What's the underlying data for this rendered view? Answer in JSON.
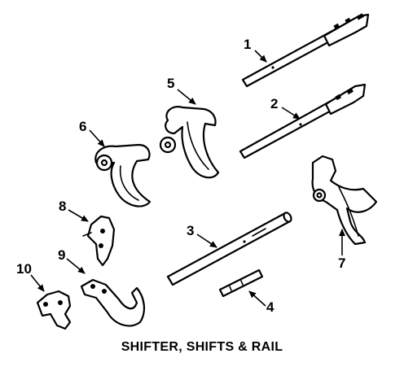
{
  "diagram": {
    "caption": "SHIFTER, SHIFTS & RAIL",
    "callouts": [
      "1",
      "2",
      "3",
      "4",
      "5",
      "6",
      "7",
      "8",
      "9",
      "10"
    ]
  },
  "colors": {
    "ink": "#000000",
    "background": "#ffffff"
  },
  "parts": [
    "shift-rail-1",
    "shift-rail-2",
    "shift-rail-3",
    "interlock-pin-4",
    "shift-fork-5",
    "shift-fork-6",
    "shift-fork-7",
    "shift-lug-8",
    "shift-fork-9",
    "shift-lug-10"
  ]
}
